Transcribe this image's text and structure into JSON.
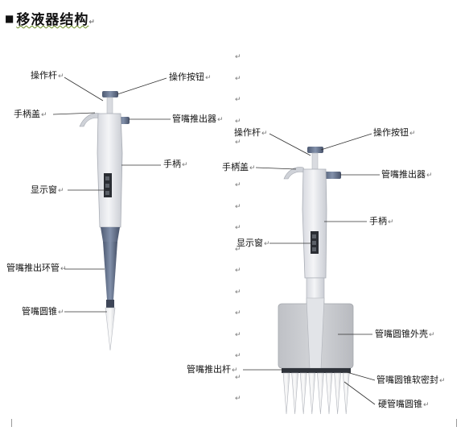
{
  "title": "移液器结构",
  "paragraph_mark": "↵",
  "single_channel": {
    "labels": {
      "operating_rod": "操作杆",
      "operating_button": "操作按钮",
      "handle_cover": "手柄盖",
      "tip_ejector": "管嘴推出器",
      "handle": "手柄",
      "display_window": "显示窗",
      "ejector_ring_tube": "管嘴推出环管",
      "tip_cone": "管嘴圆锥"
    }
  },
  "multi_channel": {
    "labels": {
      "operating_rod": "操作杆",
      "operating_button": "操作按钮",
      "handle_cover": "手柄盖",
      "tip_ejector": "管嘴推出器",
      "handle": "手柄",
      "display_window": "显示窗",
      "tip_cone_shell": "管嘴圆锥外壳",
      "ejector_rod": "管嘴推出杆",
      "tip_cone_soft_seal": "管嘴圆锥软密封",
      "hard_tip_cone": "硬管嘴圆锥"
    }
  },
  "colors": {
    "button": "#6e7f9a",
    "ejector": "#5a6478",
    "body": "#e6e7ec",
    "shell": "#c4c6ca"
  }
}
